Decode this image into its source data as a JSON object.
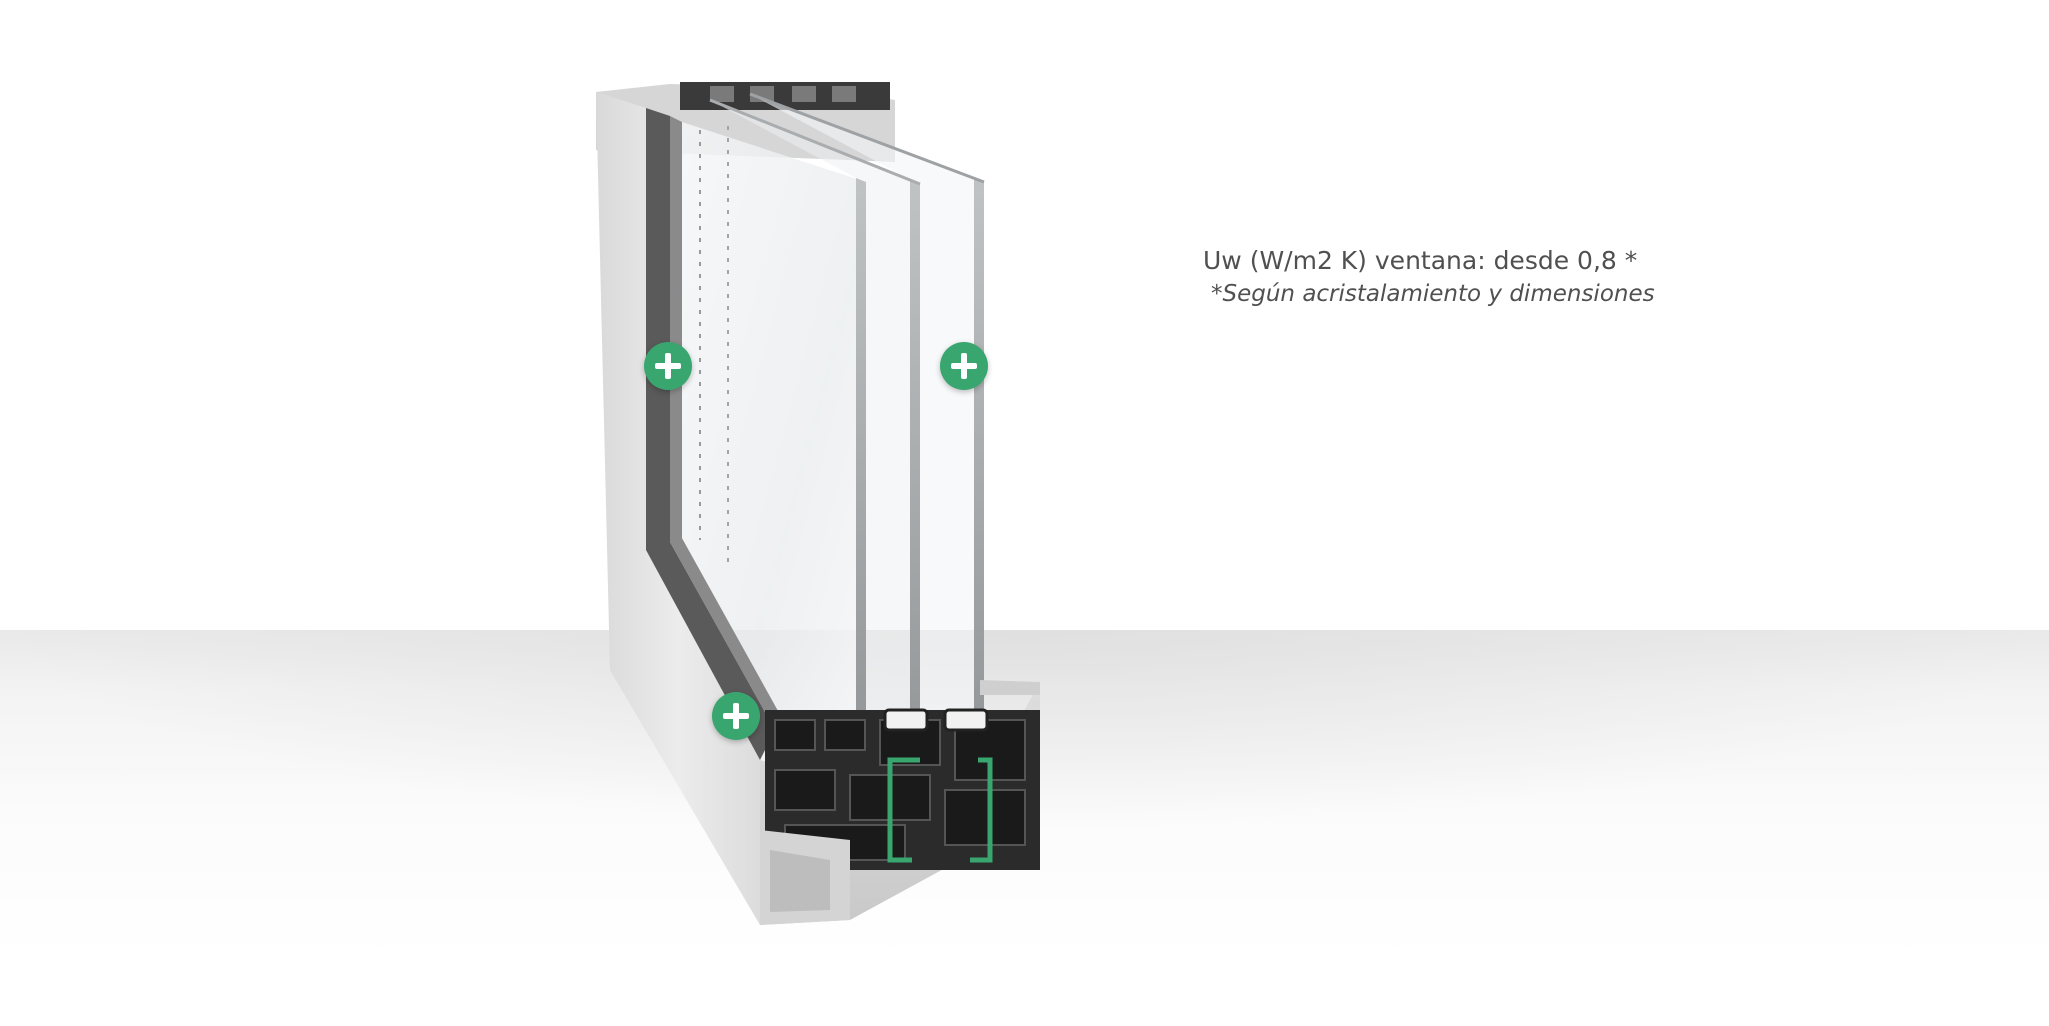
{
  "spec": {
    "uw_line": "Uw (W/m2 K) ventana: desde 0,8 *",
    "note": "*Según acristalamiento y dimensiones"
  },
  "hotspots": [
    {
      "icon": "plus-icon",
      "label": "frame-top-left"
    },
    {
      "icon": "plus-icon",
      "label": "glazing"
    },
    {
      "icon": "plus-icon",
      "label": "frame-bottom"
    }
  ],
  "colors": {
    "accent": "#3aa66f",
    "frame": "#e6e6e6",
    "profile_dark": "#2a2a2a",
    "text": "#505050"
  }
}
